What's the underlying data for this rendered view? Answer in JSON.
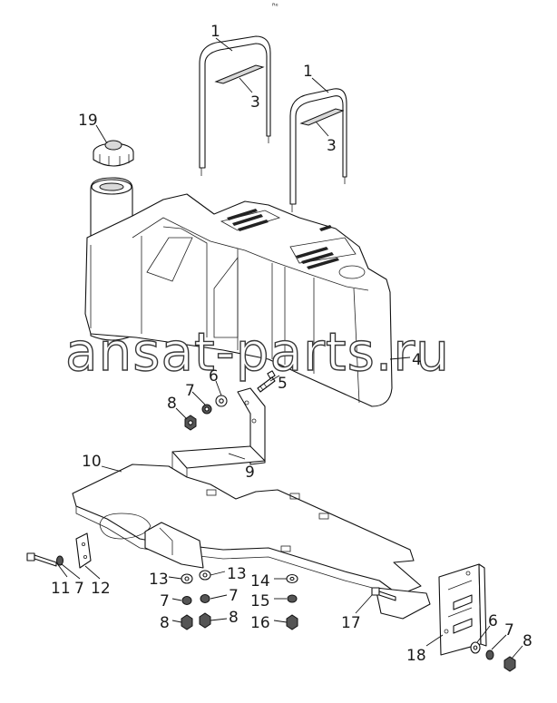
{
  "watermark": "ansat-parts.ru",
  "top_mark": "ᴿᵉ",
  "callouts": {
    "p1a": "1",
    "p1b": "1",
    "p3a": "3",
    "p3b": "3",
    "p19": "19",
    "p4": "4",
    "p5": "5",
    "p6a": "6",
    "p7a": "7",
    "p8a": "8",
    "p9": "9",
    "p10": "10",
    "p11": "11",
    "p7b": "7",
    "p12": "12",
    "p13a": "13",
    "p13b": "13",
    "p14": "14",
    "p7c": "7",
    "p7d": "7",
    "p15": "15",
    "p8b": "8",
    "p8c": "8",
    "p16": "16",
    "p17": "17",
    "p18": "18",
    "p6b": "6",
    "p7e": "7",
    "p8d": "8"
  }
}
